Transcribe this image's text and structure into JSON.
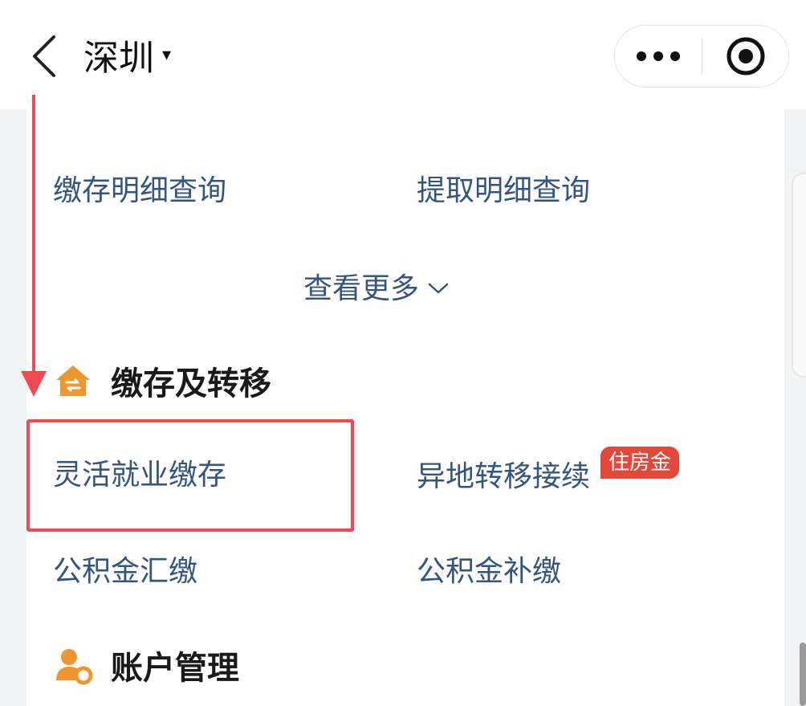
{
  "header": {
    "city": "深圳",
    "caret": "▾",
    "back_icon": "chevron-left-icon",
    "more_icon": "more-dots-icon",
    "close_icon": "target-close-icon"
  },
  "query": {
    "items": [
      "缴存明细查询",
      "提取明细查询"
    ],
    "more_label": "查看更多",
    "more_icon": "chevron-down-icon"
  },
  "section_transfer": {
    "title": "缴存及转移",
    "icon": "house-exchange-icon",
    "items": [
      "灵活就业缴存",
      "异地转移接续",
      "公积金汇缴",
      "公积金补缴"
    ],
    "badge": "住房金"
  },
  "section_account": {
    "title": "账户管理",
    "icon": "user-settings-icon"
  },
  "colors": {
    "link": "#35557e",
    "accent_orange": "#f0962e",
    "badge_red": "#e2493b",
    "annotation_red": "#f04a53"
  }
}
